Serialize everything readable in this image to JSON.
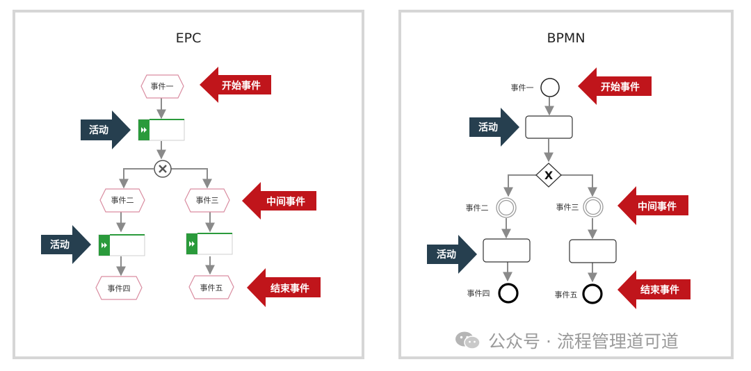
{
  "epc": {
    "title": "EPC",
    "events": {
      "e1": "事件一",
      "e2": "事件二",
      "e3": "事件三",
      "e4": "事件四",
      "e5": "事件五"
    },
    "callouts": {
      "start": "开始事件",
      "activity": "活动",
      "intermediate": "中间事件",
      "end": "结束事件"
    }
  },
  "bpmn": {
    "title": "BPMN",
    "events": {
      "e1": "事件一",
      "e2": "事件二",
      "e3": "事件三",
      "e4": "事件四",
      "e5": "事件五"
    },
    "gateway_label": "X",
    "callouts": {
      "start": "开始事件",
      "activity": "活动",
      "intermediate": "中间事件",
      "end": "结束事件"
    }
  },
  "watermark": {
    "text": "公众号 · 流程管理道可道",
    "icon": "wechat-icon"
  },
  "colors": {
    "callout_red": "#c0151b",
    "callout_dark": "#263f4f",
    "epc_function_green": "#2a9a3b",
    "epc_event_border": "#d98ca0",
    "connector_gray": "#8a8a8a",
    "panel_border": "#d6d6d6"
  }
}
